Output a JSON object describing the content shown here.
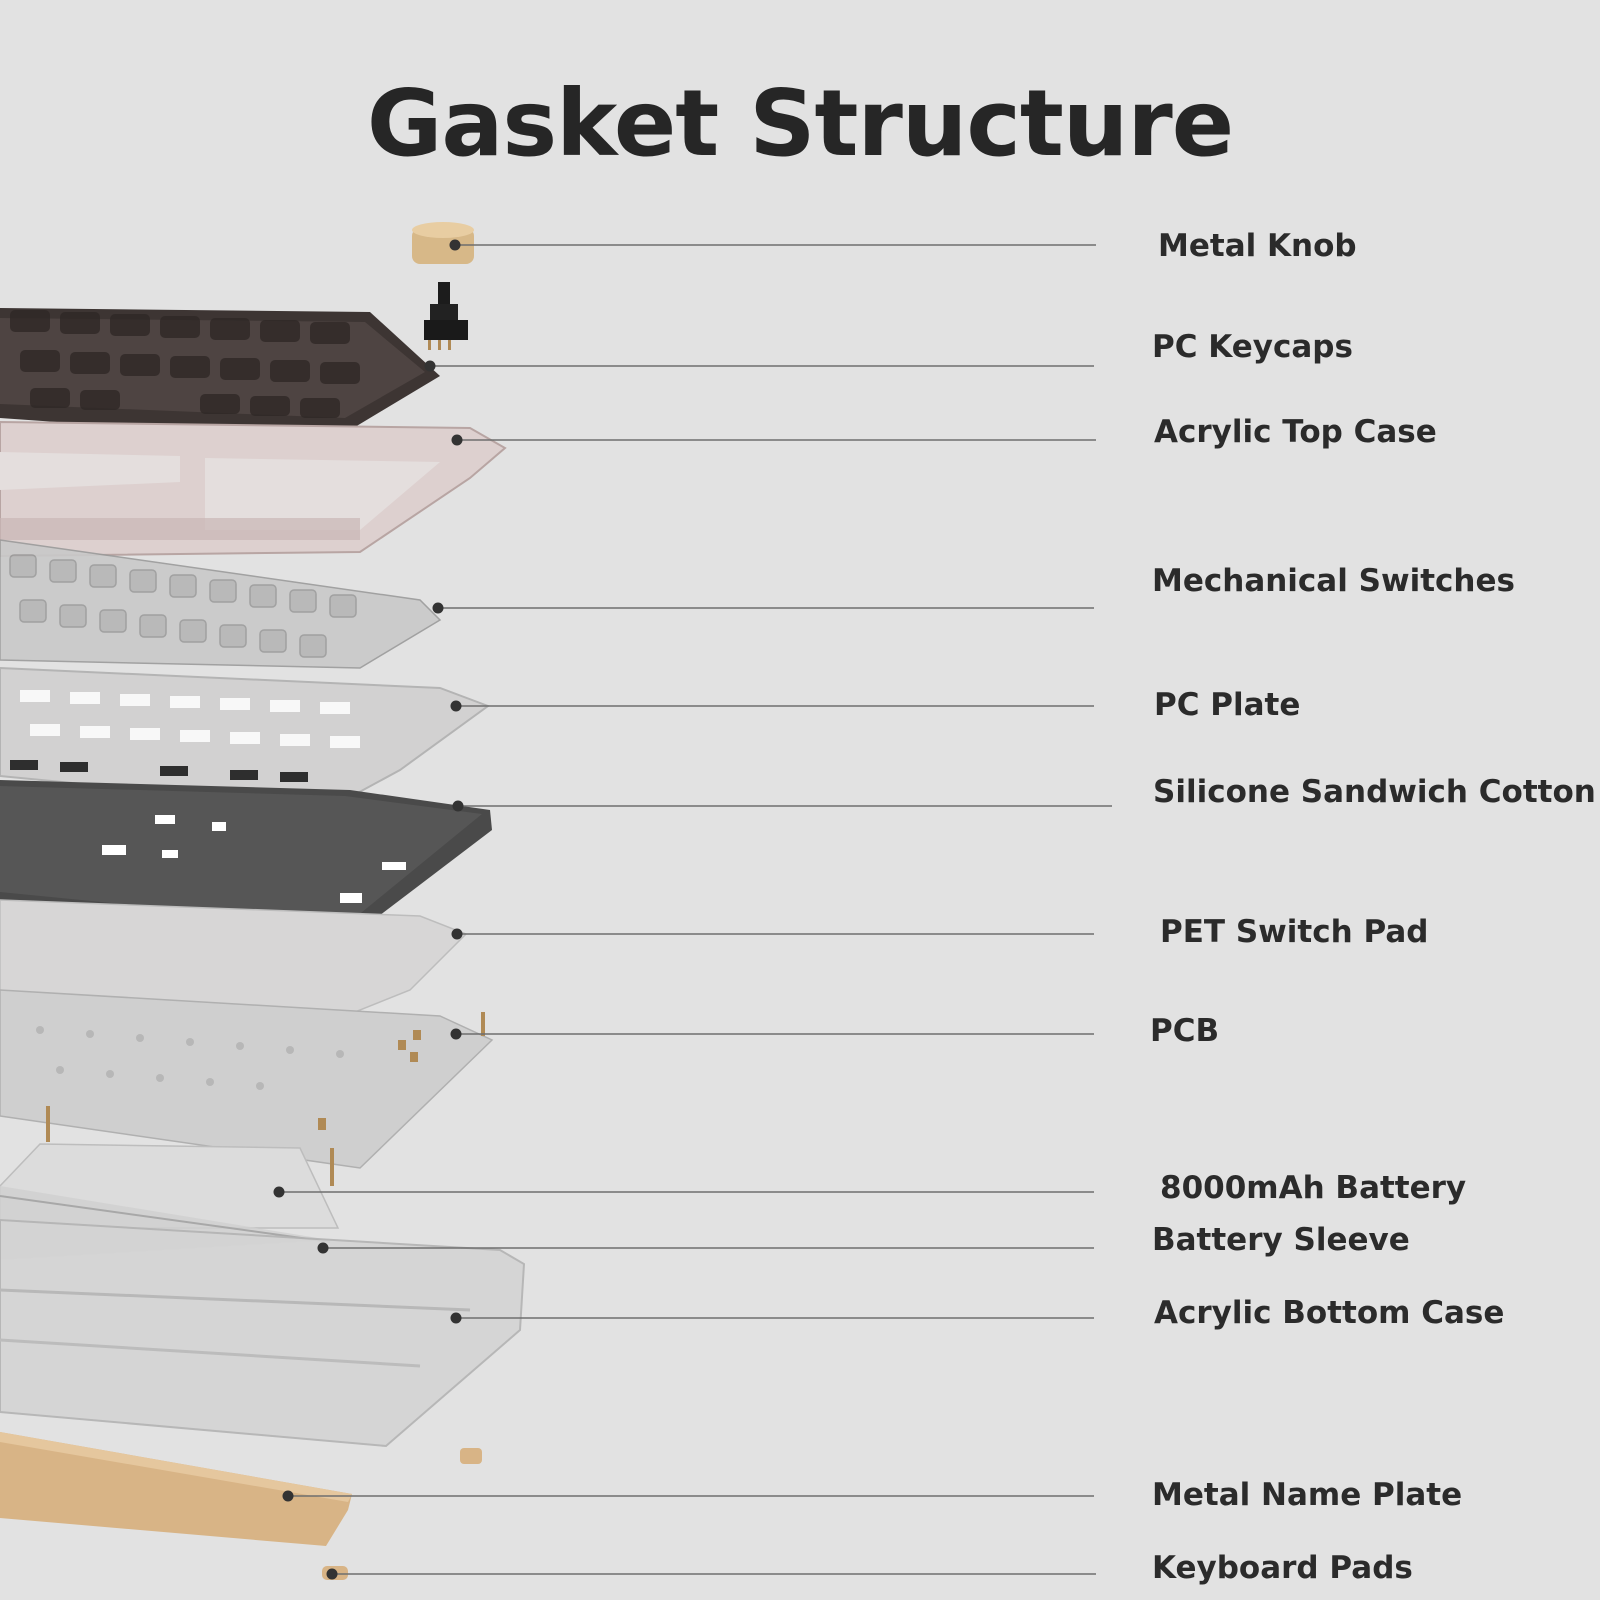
{
  "title": "Gasket Structure",
  "labels": [
    {
      "id": "metal-knob",
      "text": "Metal Knob"
    },
    {
      "id": "pc-keycaps",
      "text": "PC Keycaps"
    },
    {
      "id": "acrylic-top-case",
      "text": "Acrylic Top Case"
    },
    {
      "id": "mechanical-switches",
      "text": "Mechanical Switches"
    },
    {
      "id": "pc-plate",
      "text": "PC Plate"
    },
    {
      "id": "silicone-sandwich-cotton",
      "text": "Silicone Sandwich Cotton"
    },
    {
      "id": "pet-switch-pad",
      "text": "PET Switch Pad"
    },
    {
      "id": "pcb",
      "text": "PCB"
    },
    {
      "id": "battery",
      "text": "8000mAh Battery"
    },
    {
      "id": "battery-sleeve",
      "text": "Battery Sleeve"
    },
    {
      "id": "acrylic-bottom-case",
      "text": "Acrylic Bottom Case"
    },
    {
      "id": "metal-name-plate",
      "text": "Metal Name Plate"
    },
    {
      "id": "keyboard-pads",
      "text": "Keyboard Pads"
    }
  ],
  "colors": {
    "background": "#e2e2e2",
    "text": "#2b2b2b",
    "leader_line": "#6e6e6e",
    "brass": "#d8b486"
  }
}
